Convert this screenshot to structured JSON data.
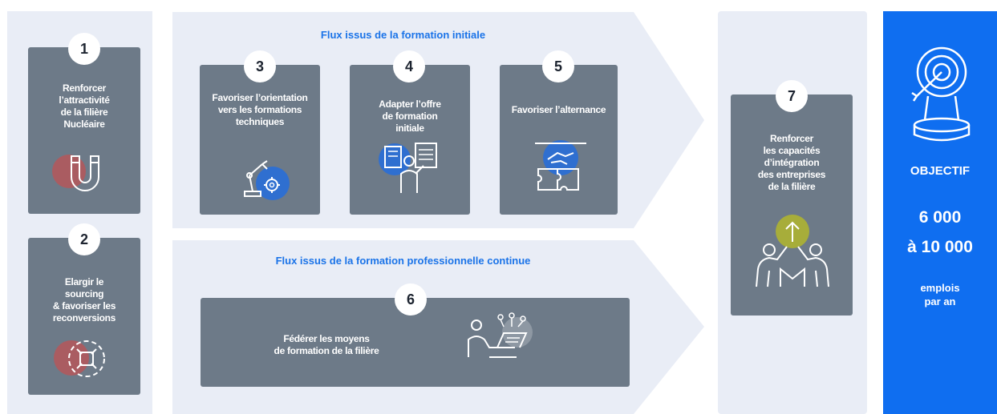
{
  "flux_initiale": {
    "title": "Flux issus de la formation initiale"
  },
  "flux_pro": {
    "title": "Flux issus de la formation professionnelle continue"
  },
  "cards": [
    {
      "num": "1",
      "text": "Renforcer\nl’attractivité\nde la filière\nNucléaire",
      "icon": "magnet-icon"
    },
    {
      "num": "2",
      "text": "Elargir le\nsourcing\n& favoriser les\nreconversions",
      "icon": "expand-arrows-icon"
    },
    {
      "num": "3",
      "text": "Favoriser l’orientation\nvers les formations\ntechniques",
      "icon": "robot-arm-gear-icon"
    },
    {
      "num": "4",
      "text": "Adapter l’offre\nde formation\ninitiale",
      "icon": "teacher-board-icon"
    },
    {
      "num": "5",
      "text": "Favoriser l’alternance",
      "icon": "handshake-puzzle-icon"
    },
    {
      "num": "6",
      "text": "Fédérer les moyens\nde formation de la filière",
      "icon": "person-laptop-icon"
    },
    {
      "num": "7",
      "text": "Renforcer\nles capacités\nd’intégration\ndes entreprises\nde la filière",
      "icon": "team-growth-icon"
    }
  ],
  "objective": {
    "label": "OBJECTIF",
    "line1": "6 000",
    "line2": "à 10 000",
    "sub": "emplois\npar an",
    "icon": "target-icon"
  },
  "colors": {
    "column_bg": "#e9edf6",
    "card_bg": "#6d7a88",
    "accent_blue": "#0f6ef0",
    "title_blue": "#1a73e8",
    "red_accent": "#b5575b",
    "icon_blue": "#2f6fd0",
    "olive_accent": "#a7ad3a"
  }
}
